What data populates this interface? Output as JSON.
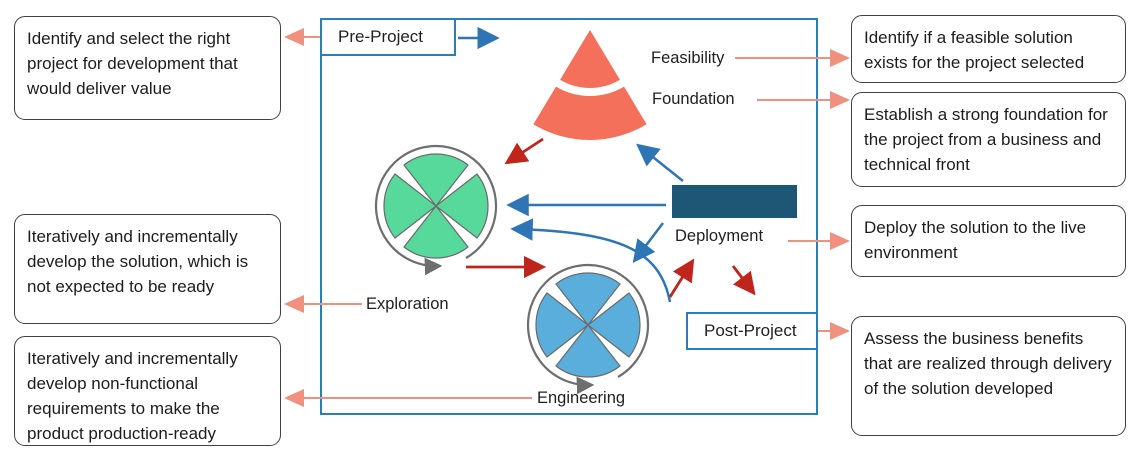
{
  "left_notes": [
    {
      "text": "Identify and select the right project for development that would deliver value"
    },
    {
      "text": "Iteratively and incrementally develop the solution, which is not expected to be ready"
    },
    {
      "text": "Iteratively and incrementally develop non-functional requirements to make the product production-ready"
    }
  ],
  "right_notes": [
    {
      "text": "Identify if a feasible solution exists for the project selected"
    },
    {
      "text": "Establish a strong foundation for the project from a business and technical front"
    },
    {
      "text": "Deploy the solution to the live environment"
    },
    {
      "text": "Assess the business benefits that are realized through delivery of the solution developed"
    }
  ],
  "phases": {
    "pre_project": "Pre-Project",
    "feasibility": "Feasibility",
    "foundation": "Foundation",
    "deployment": "Deployment",
    "exploration": "Exploration",
    "engineering": "Engineering",
    "post_project": "Post-Project"
  },
  "colors": {
    "cone": "#F4705B",
    "exploration_circle": "#56D99B",
    "engineering_circle": "#5AAEDC",
    "deployment_bar": "#1C5876",
    "frame_border": "#2980B9",
    "connector": "#F0907E",
    "flow_blue": "#2E75B6",
    "flow_red": "#C0251B",
    "loop_gray": "#6E6E6E"
  }
}
